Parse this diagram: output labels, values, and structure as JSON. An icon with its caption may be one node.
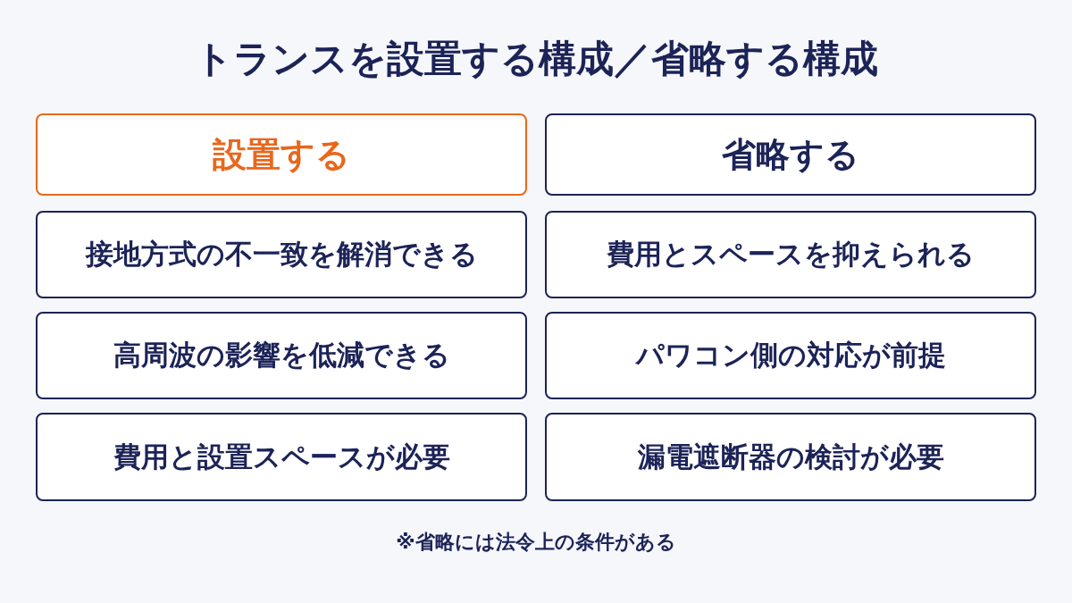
{
  "diagram": {
    "title": "トランスを設置する構成／省略する構成",
    "nodes": [
      {
        "text": [
          "設置する"
        ]
      },
      {
        "text": [
          "省略する"
        ]
      },
      {
        "text": [
          "接地方式の不一致を解消できる"
        ]
      },
      {
        "text": [
          "費用とスペースを抑えられる"
        ]
      },
      {
        "text": [
          "高周波の影響を低減できる"
        ]
      },
      {
        "text": [
          "パワコン側の対応が前提"
        ]
      },
      {
        "text": [
          "費用と設置スペースが必要"
        ]
      },
      {
        "text": [
          "漏電遮断器の検討が必要"
        ]
      }
    ],
    "labels": [
      "※省略には法令上の条件がある"
    ]
  }
}
